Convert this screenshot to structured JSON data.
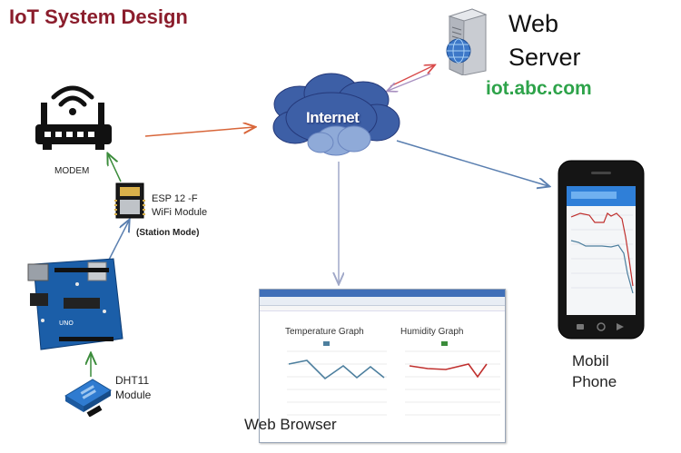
{
  "title": "IoT System Design",
  "web_server": {
    "label": "Web\nServer",
    "url": "iot.abc.com",
    "icon": "server-globe-icon"
  },
  "internet": {
    "label": "Internet",
    "icon": "cloud-icon"
  },
  "modem": {
    "label": "MODEM",
    "icon": "router-icon"
  },
  "esp": {
    "label": "ESP 12 -F\nWiFi Module",
    "mode": "(Station Mode)",
    "icon": "chip-icon"
  },
  "arduino": {
    "icon": "arduino-board-icon"
  },
  "dht": {
    "label": "DHT11\nModule",
    "icon": "sensor-icon"
  },
  "browser": {
    "label": "Web Browser",
    "graph1_title": "Temperature Graph",
    "graph2_title": "Humidity Graph"
  },
  "phone": {
    "label": "Mobil\nPhone",
    "icon": "smartphone-icon"
  },
  "colors": {
    "title": "#8b1d2c",
    "url": "#2ea34a",
    "cloud": "#3d5fa6",
    "temp_line": "#4d7f9e",
    "humidity_line": "#c0302e"
  }
}
